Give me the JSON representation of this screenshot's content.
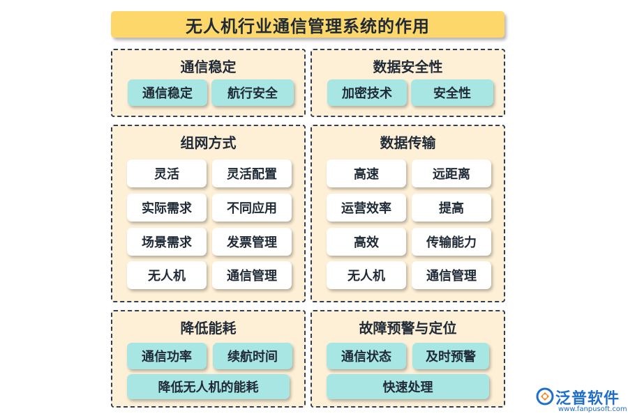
{
  "title": "无人机行业通信管理系统的作用",
  "panels": [
    {
      "title": "通信稳定",
      "items": [
        "通信稳定",
        "航行安全"
      ]
    },
    {
      "title": "数据安全性",
      "items": [
        "加密技术",
        "安全性"
      ]
    },
    {
      "title": "组网方式",
      "items": [
        "灵活",
        "灵活配置",
        "实际需求",
        "不同应用",
        "场景需求",
        "发票管理",
        "无人机",
        "通信管理"
      ]
    },
    {
      "title": "数据传输",
      "items": [
        "高速",
        "远距离",
        "运营效率",
        "提高",
        "高效",
        "传输能力",
        "无人机",
        "通信管理"
      ]
    },
    {
      "title": "降低能耗",
      "items": [
        "通信功率",
        "续航时间",
        "降低无人机的能耗"
      ]
    },
    {
      "title": "故障预警与定位",
      "items": [
        "通信状态",
        "及时预警",
        "快速处理"
      ]
    }
  ],
  "brand": {
    "name": "泛普软件",
    "url": "www.fanpusoft.com",
    "color": "#1f6ec7"
  },
  "colors": {
    "title_bar": "#fdd76a",
    "panel_bg": "#fdf0d6",
    "panel_border": "#2d3e56",
    "chip_teal": "#a7e6e2",
    "chip_white": "#ffffff"
  }
}
